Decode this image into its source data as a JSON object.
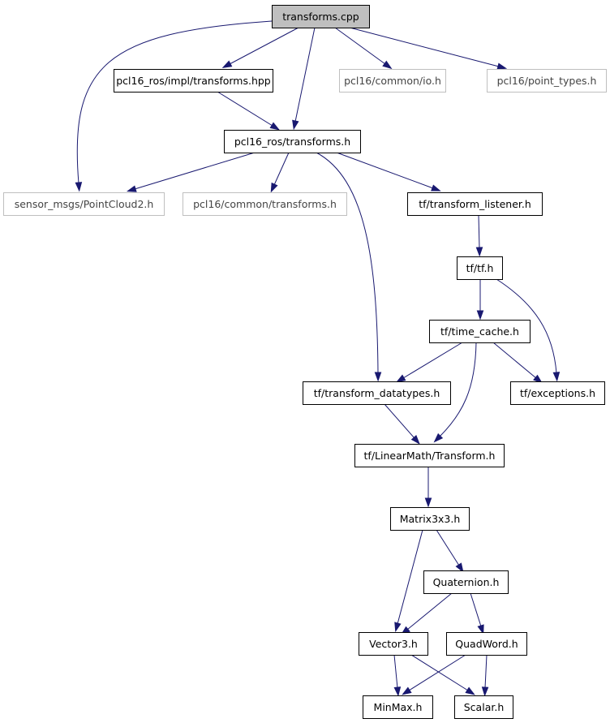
{
  "graph": {
    "colors": {
      "edge": "#191970",
      "node_border": "#000000",
      "external_border": "#bfbfbf",
      "root_fill": "#bfbfbf",
      "node_fill": "#ffffff"
    },
    "nodes": [
      {
        "id": "transforms_cpp",
        "label": "transforms.cpp",
        "kind": "root"
      },
      {
        "id": "impl_transforms_hpp",
        "label": "pcl16_ros/impl/transforms.hpp",
        "kind": "normal"
      },
      {
        "id": "common_io_h",
        "label": "pcl16/common/io.h",
        "kind": "external"
      },
      {
        "id": "point_types_h",
        "label": "pcl16/point_types.h",
        "kind": "external"
      },
      {
        "id": "ros_transforms_h",
        "label": "pcl16_ros/transforms.h",
        "kind": "normal"
      },
      {
        "id": "pointcloud2_h",
        "label": "sensor_msgs/PointCloud2.h",
        "kind": "external"
      },
      {
        "id": "common_transforms_h",
        "label": "pcl16/common/transforms.h",
        "kind": "external"
      },
      {
        "id": "transform_listener_h",
        "label": "tf/transform_listener.h",
        "kind": "normal"
      },
      {
        "id": "tf_h",
        "label": "tf/tf.h",
        "kind": "normal"
      },
      {
        "id": "time_cache_h",
        "label": "tf/time_cache.h",
        "kind": "normal"
      },
      {
        "id": "transform_datatypes_h",
        "label": "tf/transform_datatypes.h",
        "kind": "normal"
      },
      {
        "id": "exceptions_h",
        "label": "tf/exceptions.h",
        "kind": "normal"
      },
      {
        "id": "linearmath_transform_h",
        "label": "tf/LinearMath/Transform.h",
        "kind": "normal"
      },
      {
        "id": "matrix3x3_h",
        "label": "Matrix3x3.h",
        "kind": "normal"
      },
      {
        "id": "quaternion_h",
        "label": "Quaternion.h",
        "kind": "normal"
      },
      {
        "id": "vector3_h",
        "label": "Vector3.h",
        "kind": "normal"
      },
      {
        "id": "quadword_h",
        "label": "QuadWord.h",
        "kind": "normal"
      },
      {
        "id": "minmax_h",
        "label": "MinMax.h",
        "kind": "normal"
      },
      {
        "id": "scalar_h",
        "label": "Scalar.h",
        "kind": "normal"
      }
    ],
    "edges": [
      {
        "from": "transforms_cpp",
        "to": "pointcloud2_h"
      },
      {
        "from": "transforms_cpp",
        "to": "impl_transforms_hpp"
      },
      {
        "from": "transforms_cpp",
        "to": "ros_transforms_h"
      },
      {
        "from": "transforms_cpp",
        "to": "common_io_h"
      },
      {
        "from": "transforms_cpp",
        "to": "point_types_h"
      },
      {
        "from": "impl_transforms_hpp",
        "to": "ros_transforms_h"
      },
      {
        "from": "ros_transforms_h",
        "to": "pointcloud2_h"
      },
      {
        "from": "ros_transforms_h",
        "to": "common_transforms_h"
      },
      {
        "from": "ros_transforms_h",
        "to": "transform_listener_h"
      },
      {
        "from": "ros_transforms_h",
        "to": "transform_datatypes_h"
      },
      {
        "from": "transform_listener_h",
        "to": "tf_h"
      },
      {
        "from": "tf_h",
        "to": "time_cache_h"
      },
      {
        "from": "tf_h",
        "to": "exceptions_h"
      },
      {
        "from": "time_cache_h",
        "to": "transform_datatypes_h"
      },
      {
        "from": "time_cache_h",
        "to": "linearmath_transform_h"
      },
      {
        "from": "time_cache_h",
        "to": "exceptions_h"
      },
      {
        "from": "transform_datatypes_h",
        "to": "linearmath_transform_h"
      },
      {
        "from": "linearmath_transform_h",
        "to": "matrix3x3_h"
      },
      {
        "from": "matrix3x3_h",
        "to": "vector3_h"
      },
      {
        "from": "matrix3x3_h",
        "to": "quaternion_h"
      },
      {
        "from": "quaternion_h",
        "to": "vector3_h"
      },
      {
        "from": "quaternion_h",
        "to": "quadword_h"
      },
      {
        "from": "vector3_h",
        "to": "minmax_h"
      },
      {
        "from": "vector3_h",
        "to": "scalar_h"
      },
      {
        "from": "quadword_h",
        "to": "minmax_h"
      },
      {
        "from": "quadword_h",
        "to": "scalar_h"
      }
    ]
  }
}
